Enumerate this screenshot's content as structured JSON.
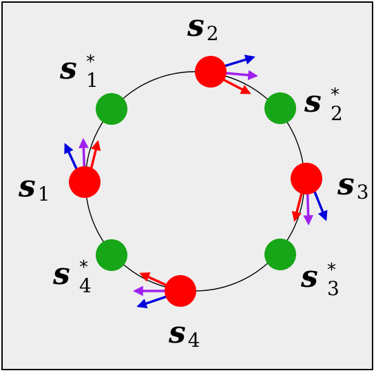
{
  "colors": {
    "background": "#eeeeee",
    "border": "#000000",
    "circle": "#000000",
    "state_point": "#ff0000",
    "target_point": "#17a617",
    "arrow_red": "#ff0000",
    "arrow_purple": "#a020f0",
    "arrow_blue": "#0000dd"
  },
  "symbols": {
    "state": "s",
    "star": "*"
  },
  "state_points": [
    {
      "id": "s1",
      "index": "1"
    },
    {
      "id": "s2",
      "index": "2"
    },
    {
      "id": "s3",
      "index": "3"
    },
    {
      "id": "s4",
      "index": "4"
    }
  ],
  "target_points": [
    {
      "id": "s1-star",
      "index": "1"
    },
    {
      "id": "s2-star",
      "index": "2"
    },
    {
      "id": "s3-star",
      "index": "3"
    },
    {
      "id": "s4-star",
      "index": "4"
    }
  ]
}
